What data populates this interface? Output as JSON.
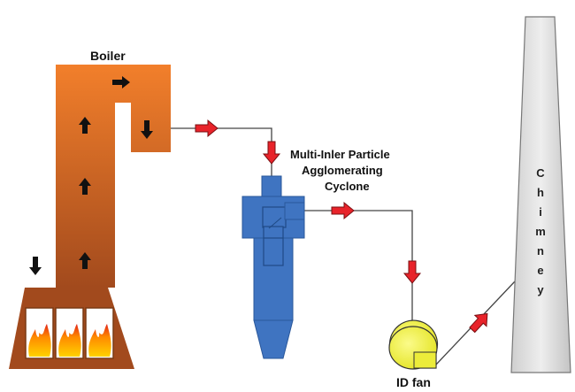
{
  "labels": {
    "boiler": "Boiler",
    "cyclone_line1": "Multi-Inler Particle",
    "cyclone_line2": "Agglomerating",
    "cyclone_line3": "Cyclone",
    "id_fan": "ID fan",
    "chimney_letters": [
      "C",
      "h",
      "i",
      "m",
      "n",
      "e",
      "y"
    ]
  },
  "colors": {
    "boiler_top": "#f07d2a",
    "boiler_bottom": "#a84d1e",
    "cyclone": "#3f74c1",
    "cyclone_dark": "#2a579a",
    "fan": "#f2f24a",
    "flow_arrow": "#e8232a",
    "chimney": "#d9d9d9",
    "duct": "#444444"
  },
  "icons": {
    "flow": "red-arrow-icon",
    "draft": "black-arrow-icon",
    "flame": "flame-icon"
  }
}
